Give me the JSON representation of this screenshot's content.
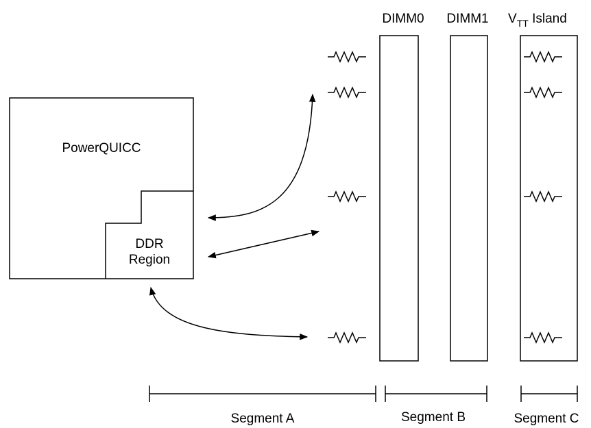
{
  "processor": {
    "name": "PowerQUICC"
  },
  "ddr_region": {
    "line1": "DDR",
    "line2": "Region"
  },
  "dimms": {
    "dimm0": "DIMM0",
    "dimm1": "DIMM1"
  },
  "vtt_island": {
    "prefix": "V",
    "subscript": "TT",
    "suffix": " Island"
  },
  "segments": {
    "a": "Segment A",
    "b": "Segment B",
    "c": "Segment C"
  }
}
